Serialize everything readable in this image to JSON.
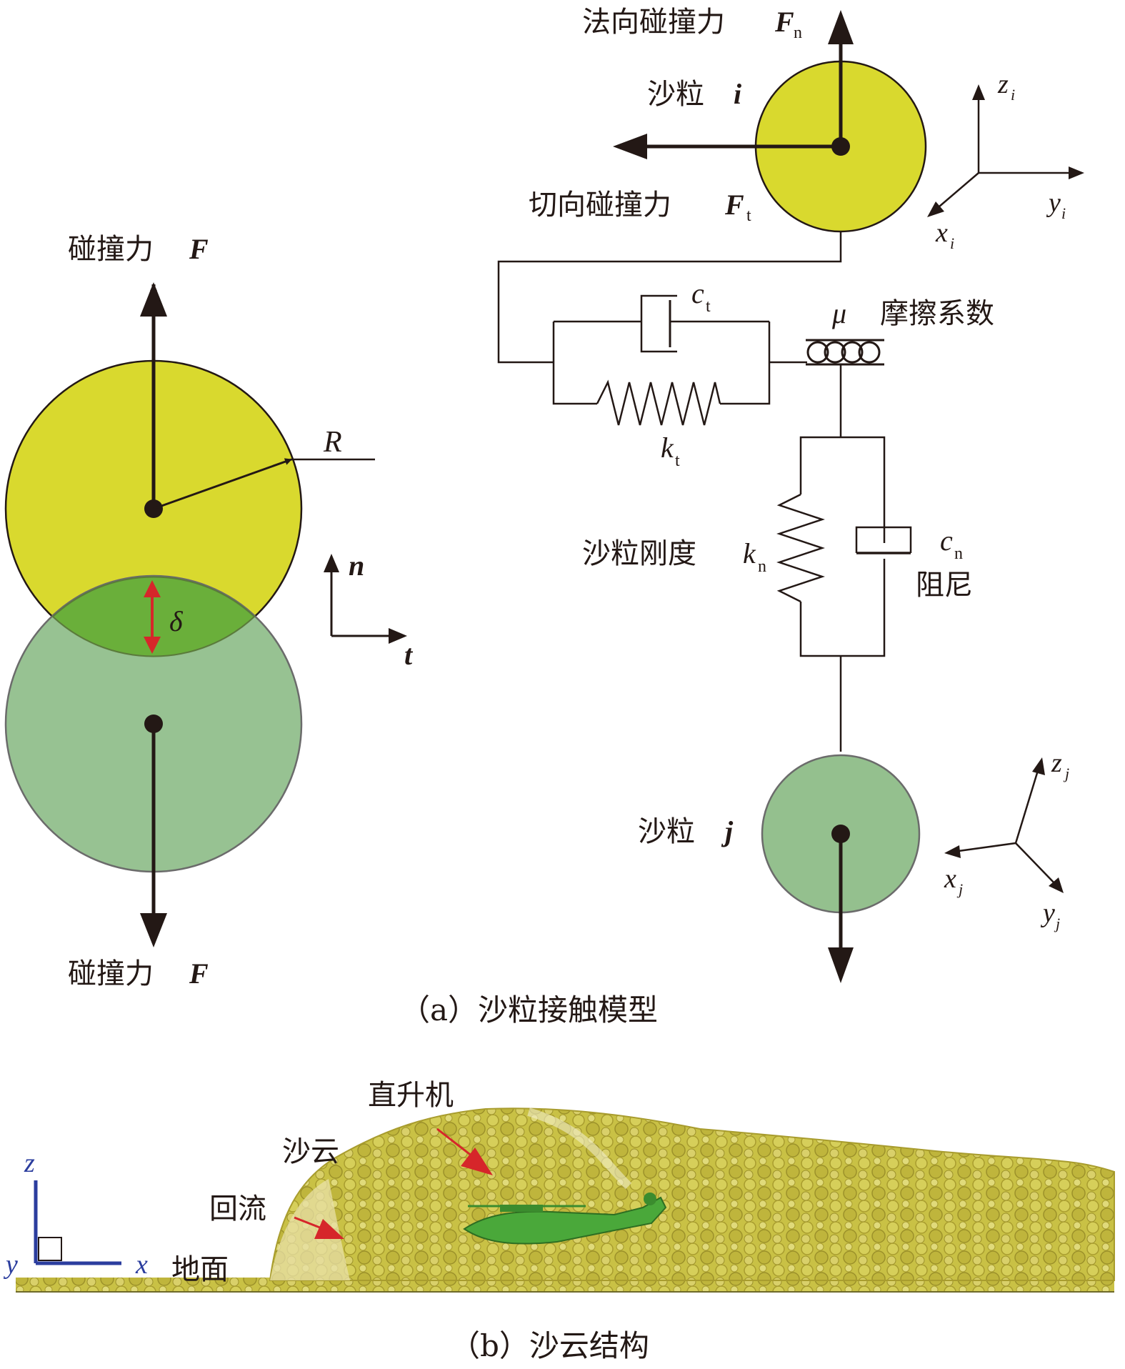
{
  "colors": {
    "particle_i": "#d9d92e",
    "particle_j": "#94c08e",
    "overlap": "#6aaf3a",
    "delta_arrow": "#d6262a",
    "sand_cloud": "#c9c145",
    "pointer_arrow": "#d6262a",
    "helicopter": "#4aa83a",
    "axis_blue": "#2b3d9e"
  },
  "left": {
    "force_top": "碰撞力",
    "force_top_sym": "F",
    "force_bottom": "碰撞力",
    "force_bottom_sym": "F",
    "radius_label": "R",
    "delta_label": "δ",
    "axis_n": "n",
    "axis_t": "t"
  },
  "right": {
    "normal_force": "法向碰撞力",
    "normal_force_sym": "F",
    "normal_force_sub": "n",
    "particle_i": "沙粒",
    "particle_i_sym": "i",
    "tangential_force": "切向碰撞力",
    "tangential_force_sym": "F",
    "tangential_force_sub": "t",
    "axis_zi": "z",
    "axis_yi": "y",
    "axis_xi": "x",
    "axis_i_sub": "i",
    "ct": "c",
    "ct_sub": "t",
    "mu": "μ",
    "friction": "摩擦系数",
    "kt": "k",
    "kt_sub": "t",
    "stiffness": "沙粒刚度",
    "kn": "k",
    "kn_sub": "n",
    "cn": "c",
    "cn_sub": "n",
    "damping": "阻尼",
    "particle_j": "沙粒",
    "particle_j_sym": "j",
    "axis_zj": "z",
    "axis_xj": "x",
    "axis_yj": "y",
    "axis_j_sub": "j"
  },
  "caption_a": "（a）沙粒接触模型",
  "bottom": {
    "helicopter": "直升机",
    "sand_cloud": "沙云",
    "backflow": "回流",
    "ground": "地面",
    "axis_z": "z",
    "axis_x": "x",
    "axis_y": "y"
  },
  "caption_b": "（b）沙云结构"
}
